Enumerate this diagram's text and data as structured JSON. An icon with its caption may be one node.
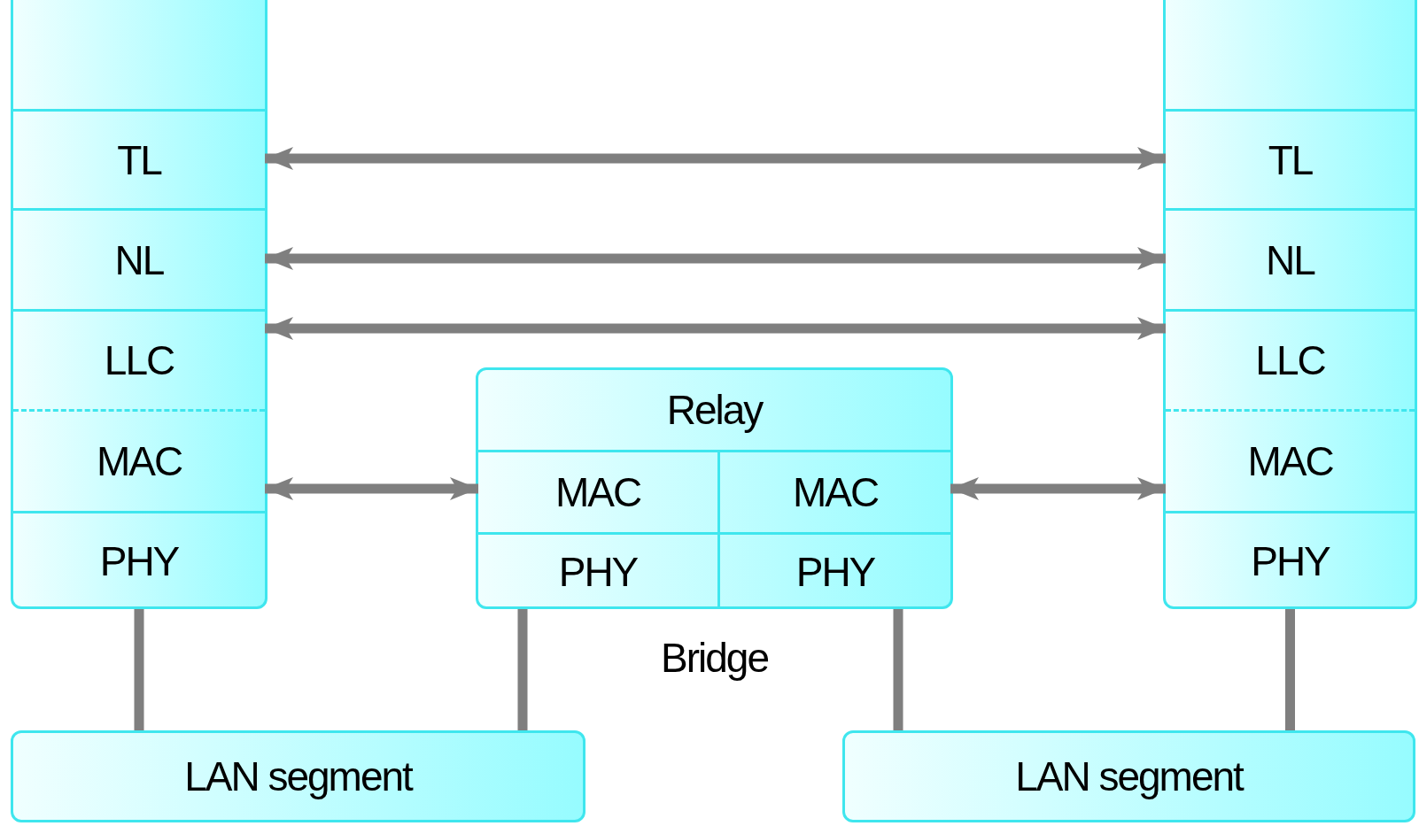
{
  "diagram": {
    "nodes": [
      {
        "text": [],
        "shape": "box"
      },
      {
        "text": [
          "TL"
        ],
        "in": 0
      },
      {
        "text": [
          "NL"
        ],
        "in": 0
      },
      {
        "text": [
          "LLC"
        ],
        "in": 0
      },
      {
        "text": [
          "MAC"
        ],
        "in": 0
      },
      {
        "text": [
          "PHY"
        ],
        "in": 0
      },
      {
        "text": [],
        "shape": "box",
        "beside": [
          "Bridge"
        ]
      },
      {
        "text": [
          "Relay"
        ],
        "in": 6
      },
      {
        "text": [
          "MAC"
        ],
        "in": 6
      },
      {
        "text": [
          "MAC"
        ],
        "in": 6
      },
      {
        "text": [
          "PHY"
        ],
        "in": 6
      },
      {
        "text": [
          "PHY"
        ],
        "in": 6
      },
      {
        "text": [],
        "shape": "box"
      },
      {
        "text": [
          "TL"
        ],
        "in": 12
      },
      {
        "text": [
          "NL"
        ],
        "in": 12
      },
      {
        "text": [
          "LLC"
        ],
        "in": 12
      },
      {
        "text": [
          "MAC"
        ],
        "in": 12
      },
      {
        "text": [
          "PHY"
        ],
        "in": 12
      },
      {
        "text": [
          "LAN segment"
        ]
      },
      {
        "text": [
          "LAN segment"
        ]
      }
    ],
    "edges": [
      {
        "from": 1,
        "to": 13,
        "arrow": "both"
      },
      {
        "from": 2,
        "to": 14,
        "arrow": "both"
      },
      {
        "from": 3,
        "to": 15,
        "arrow": "both"
      },
      {
        "from": 4,
        "to": 8,
        "arrow": "both"
      },
      {
        "from": 9,
        "to": 16,
        "arrow": "both"
      },
      {
        "from": 0,
        "to": 18,
        "arrow": "none"
      },
      {
        "from": 6,
        "to": 18,
        "arrow": "none"
      },
      {
        "from": 6,
        "to": 19,
        "arrow": "none"
      },
      {
        "from": 12,
        "to": 19,
        "arrow": "none"
      }
    ]
  }
}
